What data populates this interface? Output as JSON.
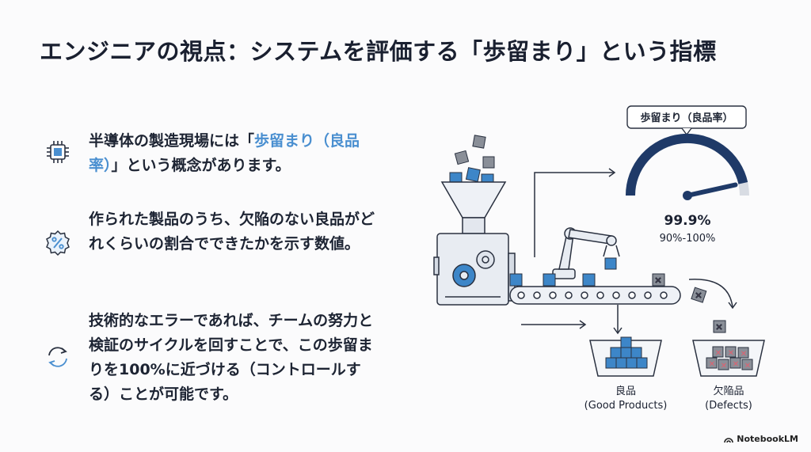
{
  "title": {
    "main": "エンジニアの視点：システムを評価する「歩留まり」という指標"
  },
  "points": [
    {
      "icon": "chip-icon",
      "text_before": "半導体の製造現場には「",
      "highlight": "歩留まり（良品率）",
      "text_after": "」という概念があります。"
    },
    {
      "icon": "percent-badge-icon",
      "text": "作られた製品のうち、欠陥のない良品がどれくらいの割合でできたかを示す数値。"
    },
    {
      "icon": "cycle-arrows-icon",
      "text": "技術的なエラーであれば、チームの努力と検証のサイクルを回すことで、この歩留まりを100%に近づける（コントロールする）ことが可能です。"
    }
  ],
  "diagram": {
    "gauge_label": "歩留まり（良品率）",
    "gauge_value": "99.9%",
    "gauge_range": "90%-100%",
    "gauge_fraction": 0.93,
    "good_label": "良品",
    "good_label_en": "(Good Products)",
    "defect_label": "欠陥品",
    "defect_label_en": "(Defects)",
    "colors": {
      "accent": "#3d86c8",
      "dark": "#1f3a68",
      "machine": "#e8ecf2",
      "stroke": "#2a3140",
      "defect": "#e06070"
    }
  },
  "brand": {
    "name": "NotebookLM"
  }
}
